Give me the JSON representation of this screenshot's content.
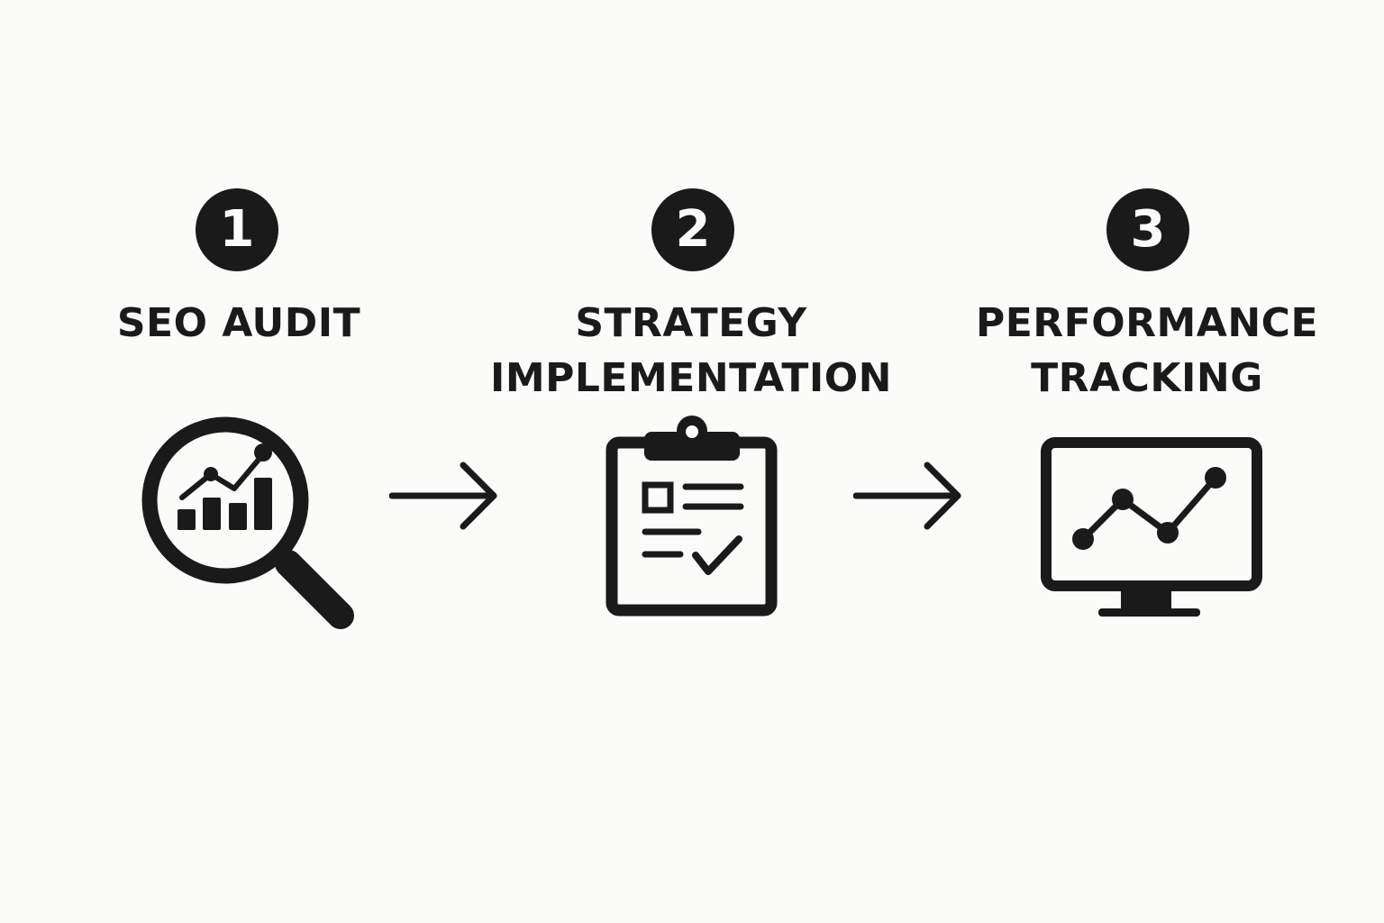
{
  "steps": [
    {
      "number": "1",
      "title_lines": [
        "SEO AUDIT"
      ],
      "icon": "magnifier-chart-icon"
    },
    {
      "number": "2",
      "title_lines": [
        "STRATEGY",
        "IMPLEMENTATION"
      ],
      "icon": "clipboard-checklist-icon"
    },
    {
      "number": "3",
      "title_lines": [
        "PERFORMANCE",
        "TRACKING"
      ],
      "icon": "monitor-line-chart-icon"
    }
  ],
  "connectors": [
    "arrow-right-icon",
    "arrow-right-icon"
  ],
  "colors": {
    "ink": "#1a1a1a",
    "background": "#fbfbf9"
  }
}
